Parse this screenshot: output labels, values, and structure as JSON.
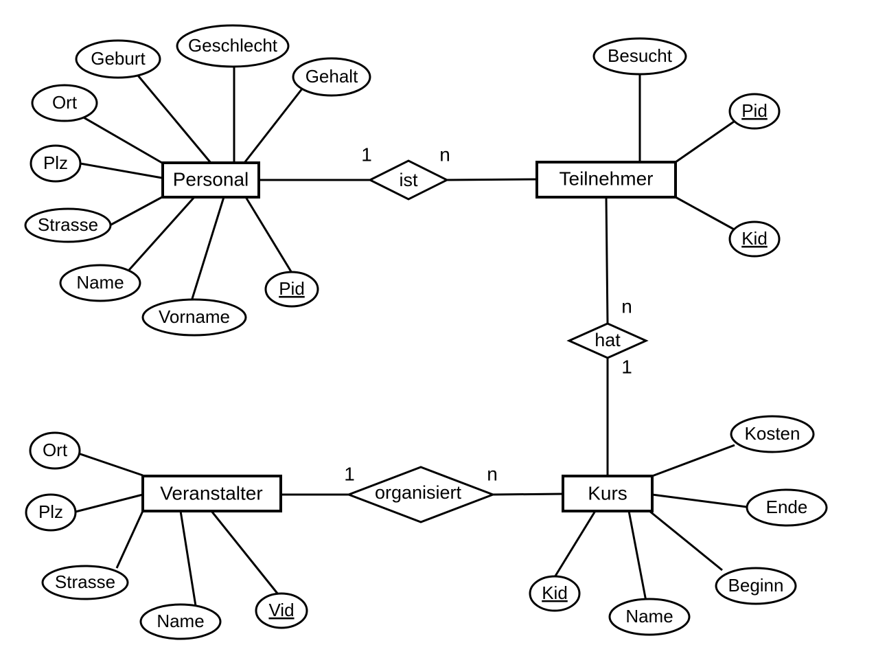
{
  "entities": {
    "personal": "Personal",
    "teilnehmer": "Teilnehmer",
    "veranstalter": "Veranstalter",
    "kurs": "Kurs"
  },
  "relationships": {
    "ist": "ist",
    "hat": "hat",
    "organisiert": "organisiert"
  },
  "attributes": {
    "personal": {
      "geschlecht": "Geschlecht",
      "geburt": "Geburt",
      "gehalt": "Gehalt",
      "ort": "Ort",
      "plz": "Plz",
      "strasse": "Strasse",
      "name": "Name",
      "vorname": "Vorname",
      "pid": "Pid"
    },
    "teilnehmer": {
      "besucht": "Besucht",
      "pid": "Pid",
      "kid": "Kid"
    },
    "veranstalter": {
      "ort": "Ort",
      "plz": "Plz",
      "strasse": "Strasse",
      "name": "Name",
      "vid": "Vid"
    },
    "kurs": {
      "kosten": "Kosten",
      "ende": "Ende",
      "beginn": "Beginn",
      "name": "Name",
      "kid": "Kid"
    }
  },
  "cardinalities": {
    "ist_personal": "1",
    "ist_teilnehmer": "n",
    "hat_teilnehmer": "n",
    "hat_kurs": "1",
    "organisiert_veranstalter": "1",
    "organisiert_kurs": "n"
  }
}
